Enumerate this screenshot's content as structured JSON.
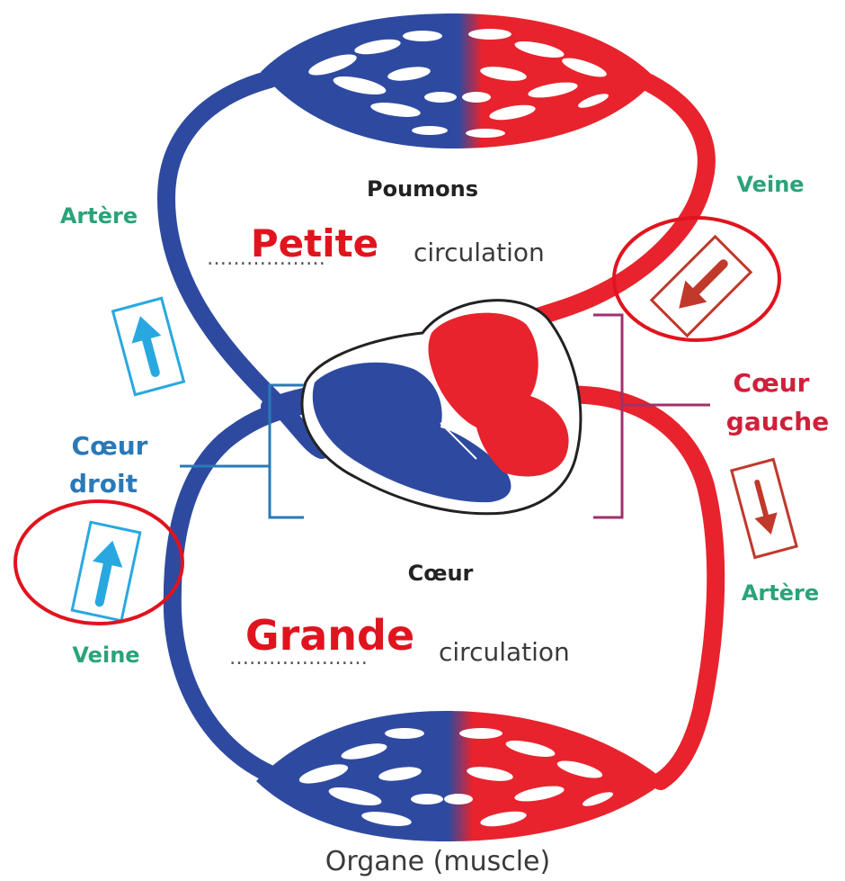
{
  "labels": {
    "poumons": "Poumons",
    "petite": "Petite",
    "dots_top": "………………",
    "circulation_top": "circulation",
    "artere_left": "Artère",
    "veine_right": "Veine",
    "coeur_gauche_1": "Cœur",
    "coeur_gauche_2": "gauche",
    "coeur_droit_1": "Cœur",
    "coeur_droit_2": "droit",
    "coeur_center": "Cœur",
    "grande": "Grande",
    "dots_bottom": "…………………",
    "circulation_bottom": "circulation",
    "veine_left": "Veine",
    "artere_right": "Artère",
    "organe": "Organe (muscle)"
  },
  "colors": {
    "blood_red": "#e8232d",
    "blood_blue": "#2e4aa0",
    "annotation_green": "#2aa37a",
    "annotation_blue": "#2a79b8",
    "annotation_red": "#d0203a",
    "circle_red": "#e0141e",
    "bracket_purple": "#a0306a",
    "arrow_light_blue": "#29a8e0",
    "arrow_dark_red": "#c0392b"
  },
  "icons": {
    "arrow_up_left": "arrow-up-icon",
    "arrow_up_bottom_left": "arrow-up-icon",
    "arrow_down_right_top": "arrow-down-icon",
    "arrow_down_right_bottom": "arrow-down-icon"
  }
}
